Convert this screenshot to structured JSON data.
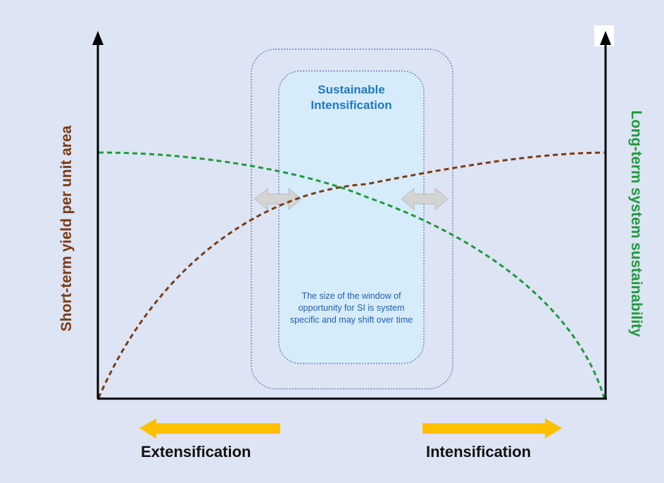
{
  "diagram": {
    "window_title_line1": "Sustainable",
    "window_title_line2": "Intensification",
    "window_note": "The size of the window of opportunity  for SI is system specific and may shift over time",
    "left_axis_label": "Short-term yield per unit area",
    "right_axis_label": "Long-term system sustainability",
    "left_direction_label": "Extensification",
    "right_direction_label": "Intensification"
  },
  "colors": {
    "background": "#dde4f3",
    "yield_curve": "#7a3b15",
    "sustainability_curve": "#1e9a3c",
    "direction_arrows": "#ffc000",
    "window_fill": "#d6ecfb",
    "title_text": "#1f78c1"
  }
}
